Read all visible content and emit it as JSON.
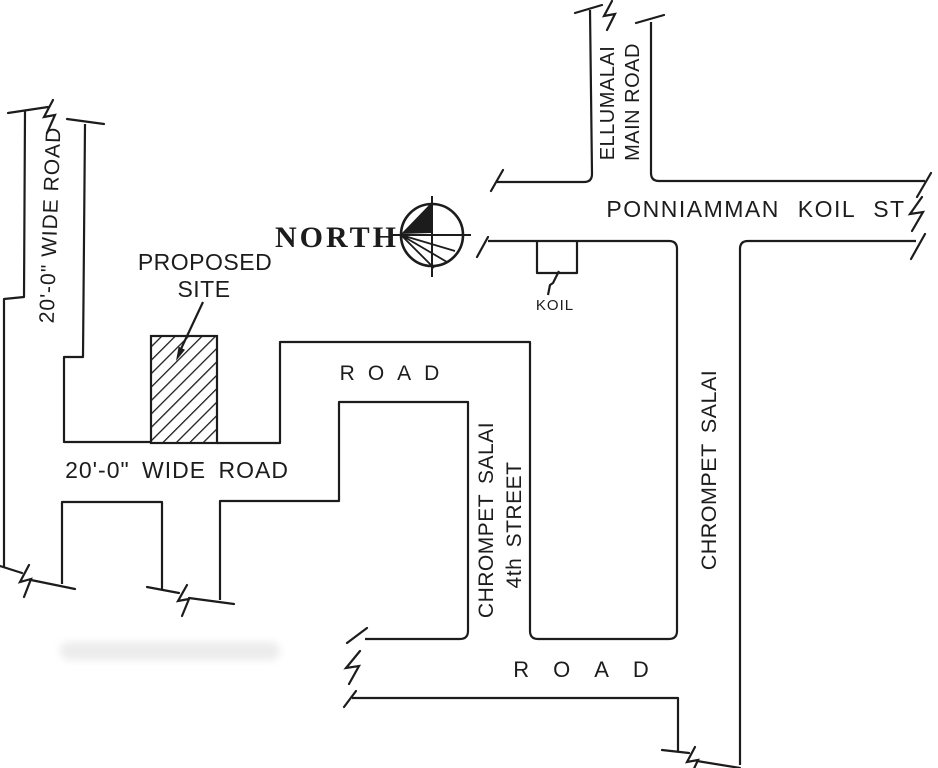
{
  "drawing": {
    "type": "site-location-sketch",
    "colors": {
      "ink": "#1c1c1c",
      "paper": "#ffffff"
    }
  },
  "labels": {
    "left_wide_road": "20'-0\" WIDE ROAD",
    "proposed_line1": "PROPOSED",
    "proposed_line2": "SITE",
    "north": "NORTH",
    "ellumalai_line1": "ELLUMALAI",
    "ellumalai_line2": "MAIN ROAD",
    "ponniamman_koil_st": "PONNIAMMAN KOIL ST",
    "koil": "KOIL",
    "road_middle": "ROAD",
    "wide_road_bottom": "20'-0\" WIDE ROAD",
    "chrompet_salai_4th_line1": "CHROMPET SALAI",
    "chrompet_salai_4th_line2": "4th STREET",
    "chrompet_salai_right": "CHROMPET SALAI",
    "road_bottom": "ROAD"
  }
}
